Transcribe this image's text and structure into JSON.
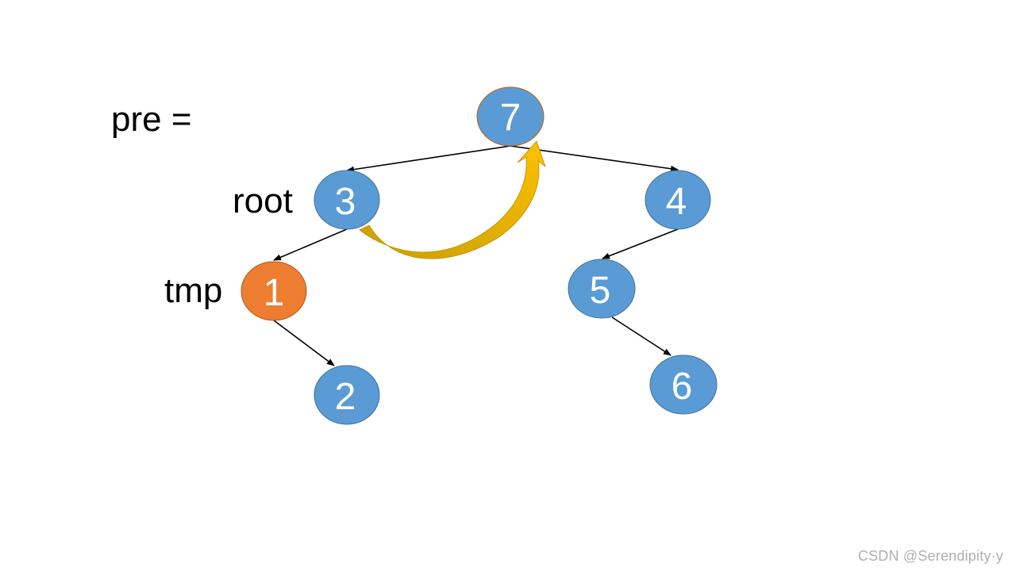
{
  "labels": {
    "pre": "pre =",
    "root": "root",
    "tmp": "tmp"
  },
  "nodes": [
    {
      "id": "n7",
      "label": "7",
      "color": "#5b9bd5"
    },
    {
      "id": "n3",
      "label": "3",
      "color": "#5b9bd5"
    },
    {
      "id": "n4",
      "label": "4",
      "color": "#5b9bd5"
    },
    {
      "id": "n1",
      "label": "1",
      "color": "#ed7d31"
    },
    {
      "id": "n5",
      "label": "5",
      "color": "#5b9bd5"
    },
    {
      "id": "n2",
      "label": "2",
      "color": "#5b9bd5"
    },
    {
      "id": "n6",
      "label": "6",
      "color": "#5b9bd5"
    }
  ],
  "edges": [
    {
      "from": "7",
      "to": "3"
    },
    {
      "from": "7",
      "to": "4"
    },
    {
      "from": "3",
      "to": "1"
    },
    {
      "from": "1",
      "to": "2"
    },
    {
      "from": "4",
      "to": "5"
    },
    {
      "from": "5",
      "to": "6"
    }
  ],
  "highlight_arrow": {
    "from": "3",
    "to": "7",
    "color": "#ffc000"
  },
  "watermark": "CSDN @Serendipity·y"
}
